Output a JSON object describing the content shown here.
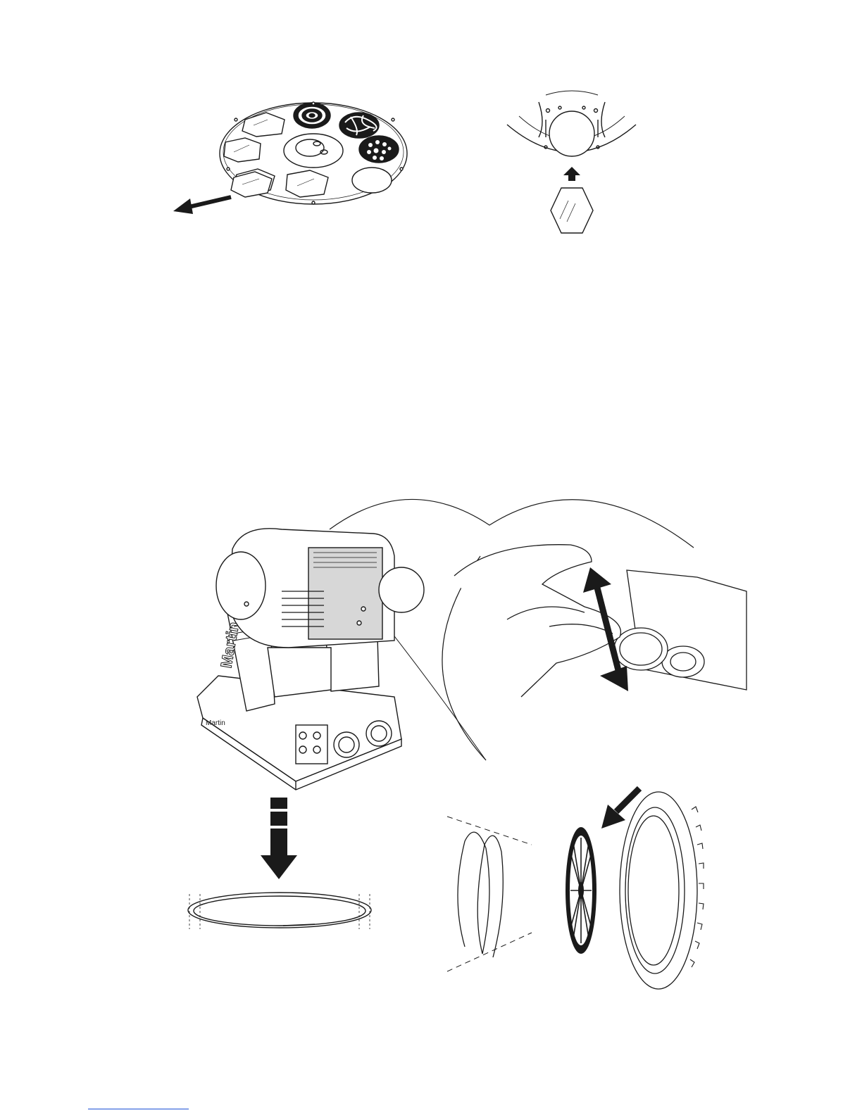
{
  "document": {
    "type": "service manual illustration page",
    "brand_mark": "Martin",
    "colors": {
      "ink": "#1a1a1a",
      "paper": "#ffffff",
      "link": "#1a4fd6",
      "panel": "#d7d7d7"
    }
  },
  "figures": [
    {
      "id": "gobo-wheel-removal",
      "icon": "arrow-left-icon"
    },
    {
      "id": "gobo-slot-insertion",
      "icon": "arrow-up-icon"
    },
    {
      "id": "fixture-head-gobo-access",
      "icon": "double-arrow-icon"
    },
    {
      "id": "retaining-ring",
      "icon": "arrow-down-icon"
    },
    {
      "id": "gobo-assembly-exploded",
      "icon": "arrow-down-left-icon"
    }
  ]
}
